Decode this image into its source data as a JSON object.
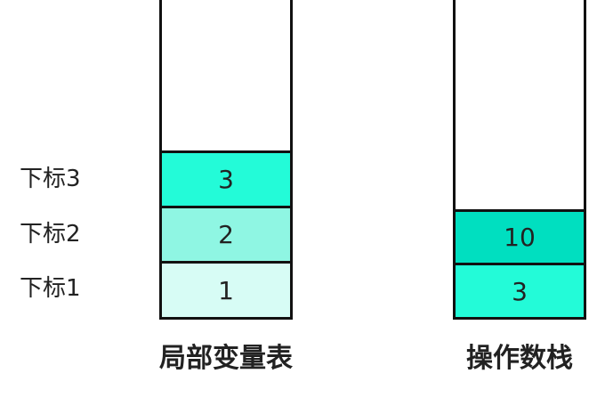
{
  "local_var_table": {
    "caption": "局部变量表",
    "index_labels": [
      "下标3",
      "下标2",
      "下标1"
    ],
    "cells": [
      {
        "value": "3",
        "color": "#23fbd8"
      },
      {
        "value": "2",
        "color": "#8ff6e3"
      },
      {
        "value": "1",
        "color": "#d7fcf5"
      }
    ]
  },
  "operand_stack": {
    "caption": "操作数栈",
    "cells": [
      {
        "value": "10",
        "color": "#00dfc0"
      },
      {
        "value": "3",
        "color": "#23fbd8"
      }
    ]
  },
  "colors": {
    "border": "#111111",
    "text": "#222222"
  }
}
